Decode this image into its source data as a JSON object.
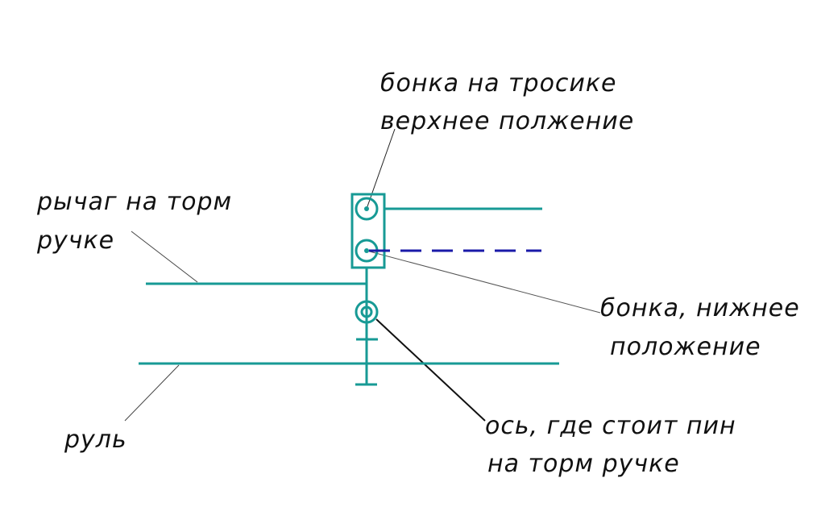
{
  "labels": {
    "cable_boss_upper": [
      "бонка на тросике",
      "верхнее полжение"
    ],
    "lever": [
      "рычаг на торм",
      "ручке"
    ],
    "boss_lower": [
      "бонка, нижнее",
      "положение"
    ],
    "axis": [
      "ось, где стоит пин",
      "на торм ручке"
    ],
    "handlebar": [
      "руль"
    ]
  },
  "colors": {
    "part": "#179a95",
    "dashed": "#1a1aa8",
    "leader": "#222222"
  }
}
